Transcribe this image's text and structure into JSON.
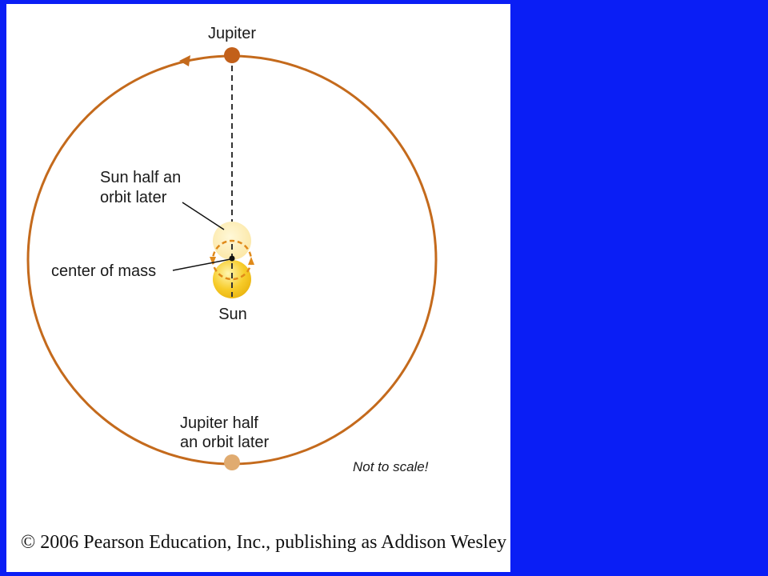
{
  "diagram": {
    "labels": {
      "jupiter": "Jupiter",
      "sun_half_orbit_line1": "Sun half an",
      "sun_half_orbit_line2": "orbit later",
      "center_of_mass": "center of mass",
      "sun": "Sun",
      "jupiter_half_orbit_line1": "Jupiter half",
      "jupiter_half_orbit_line2": "an orbit later",
      "scale_note": "Not to scale!"
    },
    "colors": {
      "background": "#0a1ef5",
      "panel": "#ffffff",
      "orbit": "#c46a1c",
      "jupiter": "#c2601a",
      "jupiter_later": "#e0ab70",
      "sun": "#f7c81f",
      "sun_later": "#fbe9a6",
      "text": "#1a1a1a"
    }
  },
  "footer": {
    "copyright": "© 2006 Pearson Education, Inc., publishing as Addison Wesley"
  }
}
